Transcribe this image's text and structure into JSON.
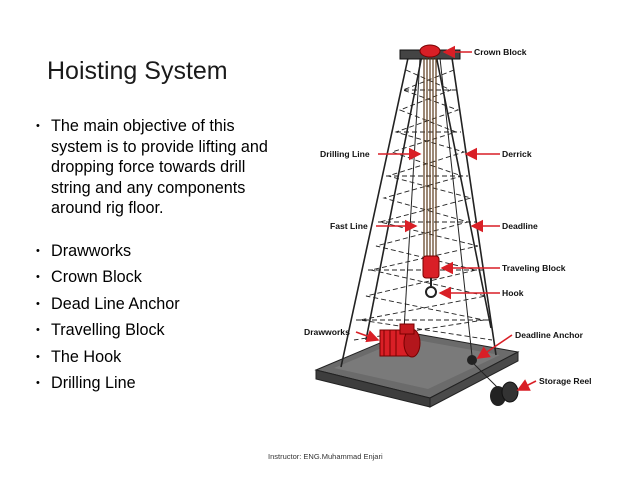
{
  "slide": {
    "title": "Hoisting System",
    "intro_bullet": "The main objective of this system is to provide lifting and dropping force towards drill string and any components around rig floor.",
    "bullets": [
      "Drawworks",
      "Crown Block",
      "Dead Line Anchor",
      "Travelling Block",
      "The Hook",
      "Drilling Line"
    ],
    "footer": "Instructor: ENG.Muhammad Enjari",
    "bullet_glyph": "•"
  },
  "diagram": {
    "labels": {
      "crown_block": "Crown Block",
      "drilling_line": "Drilling Line",
      "derrick": "Derrick",
      "fast_line": "Fast Line",
      "deadline": "Deadline",
      "traveling_block": "Traveling Block",
      "hook": "Hook",
      "drawworks": "Drawworks",
      "deadline_anchor": "Deadline Anchor",
      "storage_reel": "Storage Reel"
    },
    "colors": {
      "accent": "#d91f26",
      "structure": "#222222",
      "floor": "#5a5a5a"
    }
  }
}
